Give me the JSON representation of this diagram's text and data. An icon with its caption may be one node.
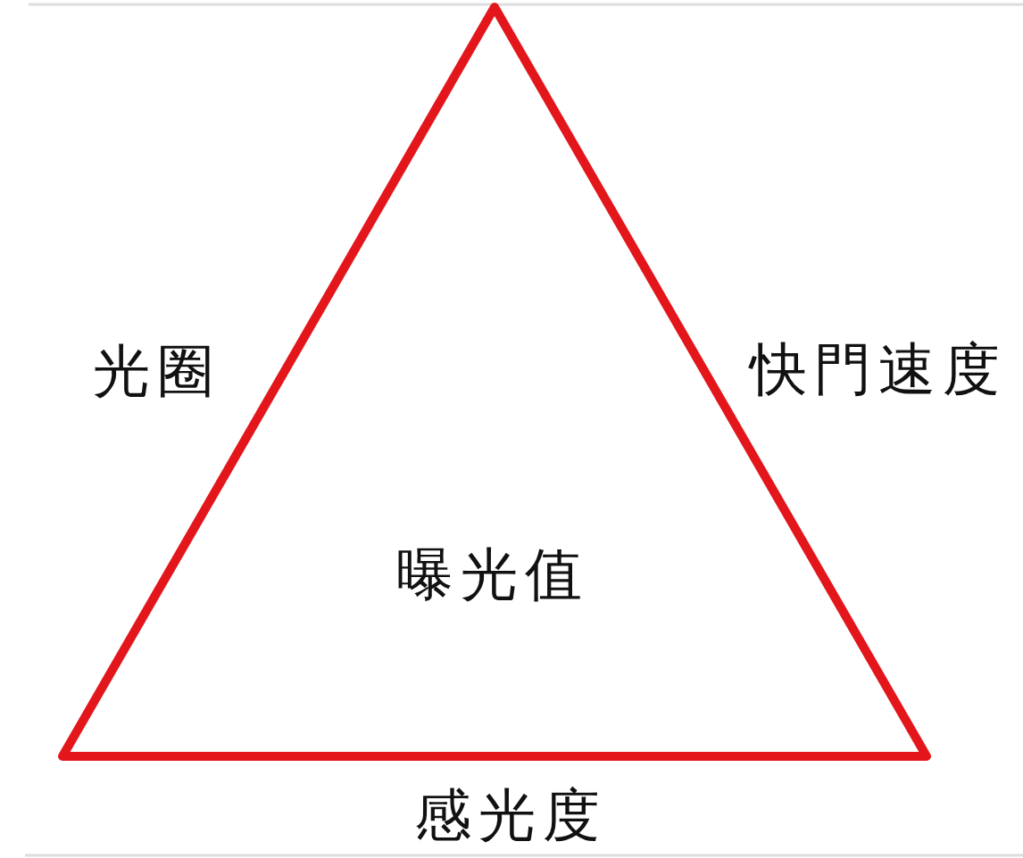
{
  "diagram": {
    "nodes": [
      {
        "text": [
          "曝光值"
        ],
        "beside": [
          "光圈",
          "快門速度",
          "感光度"
        ]
      }
    ]
  }
}
